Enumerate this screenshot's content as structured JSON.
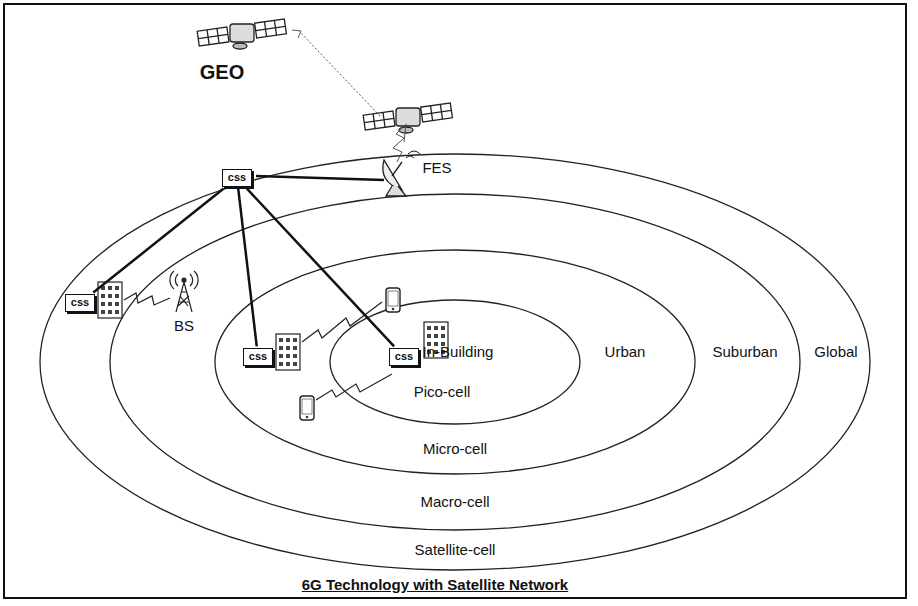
{
  "diagram": {
    "caption": "6G Technology with Satellite Network",
    "nodes": [
      {
        "text": [
          "css"
        ]
      },
      {
        "text": [
          "css"
        ]
      },
      {
        "text": [
          "css"
        ]
      },
      {
        "text": [
          "css"
        ]
      }
    ],
    "edges": [
      {
        "from": 0,
        "to": 1,
        "arrow": "none"
      },
      {
        "from": 0,
        "to": 2,
        "arrow": "none"
      },
      {
        "from": 0,
        "to": 3,
        "arrow": "none"
      }
    ],
    "labels": [
      "GEO",
      "FES",
      "BS",
      "In-Building",
      "Urban",
      "Suburban",
      "Global",
      "Pico-cell",
      "Micro-cell",
      "Macro-cell",
      "Satellite-cell"
    ]
  }
}
